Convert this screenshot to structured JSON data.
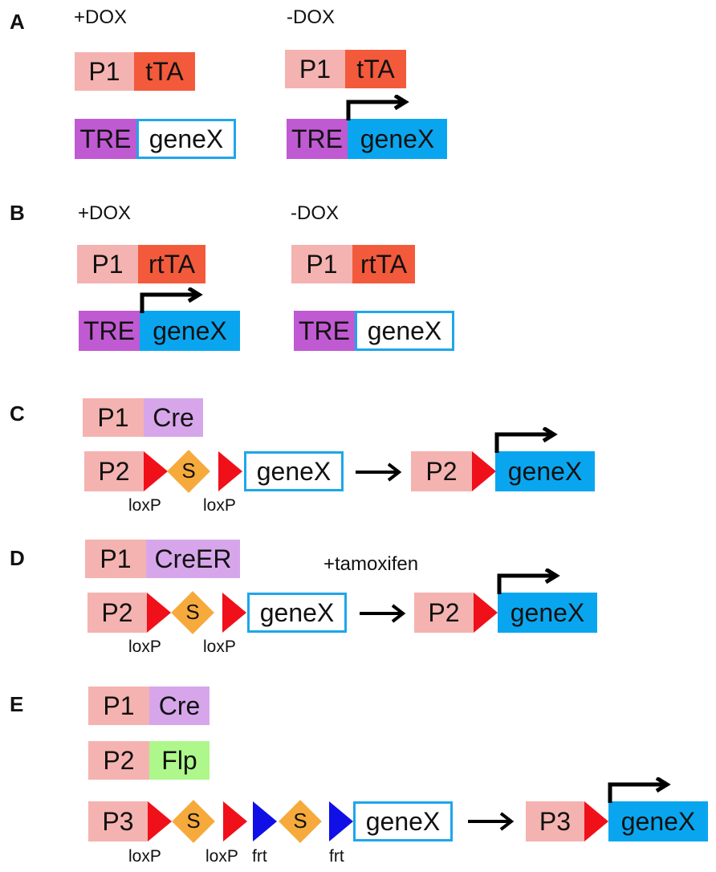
{
  "panels": {
    "A": {
      "label": "A",
      "plus": "+DOX",
      "minus": "-DOX"
    },
    "B": {
      "label": "B",
      "plus": "+DOX",
      "minus": "-DOX"
    },
    "C": {
      "label": "C"
    },
    "D": {
      "label": "D",
      "note": "+tamoxifen"
    },
    "E": {
      "label": "E"
    }
  },
  "labels": {
    "p1": "P1",
    "p2": "P2",
    "p3": "P3",
    "tta": "tTA",
    "rtta": "rtTA",
    "tre": "TRE",
    "genex": "geneX",
    "cre": "Cre",
    "creer": "CreER",
    "flp": "Flp",
    "stop": "S",
    "loxp": "loxP",
    "frt": "frt"
  },
  "colors": {
    "promoter": "#f4b3b0",
    "transactivator": "#f35a3c",
    "tre": "#c05ad2",
    "recombinase": "#d7a6ea",
    "flp": "#aef78a",
    "gene_on": "#09a6ef",
    "loxp": "#f0101a",
    "frt": "#1010e6",
    "stop": "#f6aa3c"
  }
}
